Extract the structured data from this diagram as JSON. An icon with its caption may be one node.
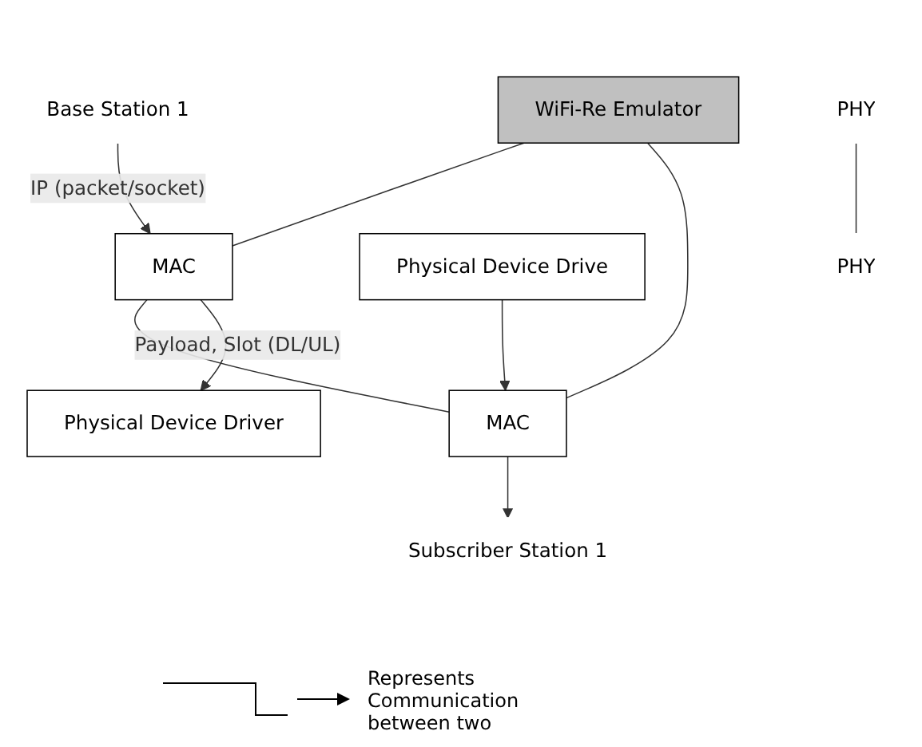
{
  "diagram": {
    "nodes": [
      {
        "text": [
          "Base Station 1"
        ]
      },
      {
        "text": [
          "Subscriber Station 1"
        ]
      },
      {
        "text": [
          "MAC"
        ]
      },
      {
        "text": [
          "MAC"
        ]
      },
      {
        "text": [
          "WiFi-Re Emulator"
        ]
      },
      {
        "text": [
          "Physical Device Driver"
        ]
      },
      {
        "text": [
          "Physical Device Drive"
        ]
      },
      {
        "text": [
          "PHY"
        ]
      },
      {
        "text": [
          "PHY"
        ]
      }
    ],
    "edges": [
      {
        "from": 0,
        "to": 2,
        "arrow": "to",
        "label": "IP (packet/socket)"
      },
      {
        "from": 3,
        "to": 1,
        "arrow": "to"
      },
      {
        "from": 2,
        "to": 3,
        "arrow": "none"
      },
      {
        "from": 4,
        "to": 2,
        "arrow": "none"
      },
      {
        "from": 4,
        "to": 3,
        "arrow": "none"
      },
      {
        "from": 2,
        "to": 5,
        "arrow": "to",
        "label": "Payload, Slot (DL/UL)"
      },
      {
        "from": 6,
        "to": 3,
        "arrow": "to"
      },
      {
        "from": 7,
        "to": 8,
        "arrow": "none"
      }
    ],
    "legend": [
      {
        "text": "Represents Communication between two"
      }
    ]
  }
}
